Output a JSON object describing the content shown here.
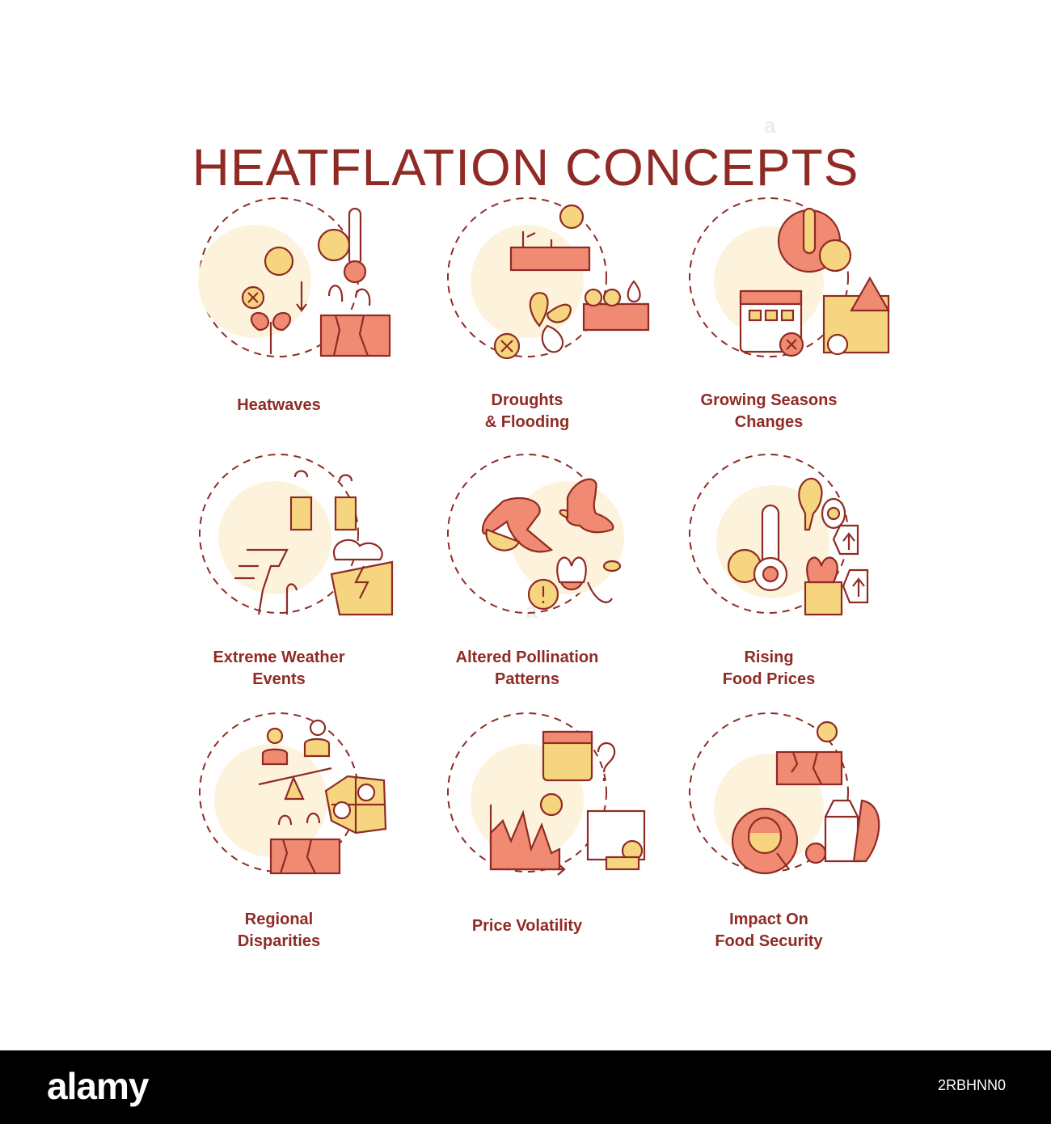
{
  "title": "HEATFLATION CONCEPTS",
  "colors": {
    "title": "#8f2b24",
    "stroke": "#8f2b24",
    "salmon": "#f08a72",
    "yellow": "#f6d580",
    "cream": "#fdf3dc"
  },
  "concepts": [
    {
      "label": "Heatwaves",
      "icon": "heatwaves-icon"
    },
    {
      "label": "Droughts\n& Flooding",
      "icon": "droughts-flooding-icon"
    },
    {
      "label": "Growing Seasons\nChanges",
      "icon": "growing-seasons-icon"
    },
    {
      "label": "Extreme Weather\nEvents",
      "icon": "extreme-weather-icon"
    },
    {
      "label": "Altered Pollination\nPatterns",
      "icon": "pollination-icon"
    },
    {
      "label": "Rising\nFood Prices",
      "icon": "rising-food-prices-icon"
    },
    {
      "label": "Regional\nDisparities",
      "icon": "regional-disparities-icon"
    },
    {
      "label": "Price Volatility",
      "icon": "price-volatility-icon"
    },
    {
      "label": "Impact On\nFood Security",
      "icon": "food-security-icon"
    }
  ],
  "footer": {
    "logo": "alamy",
    "image_id": "2RBHNN0"
  }
}
